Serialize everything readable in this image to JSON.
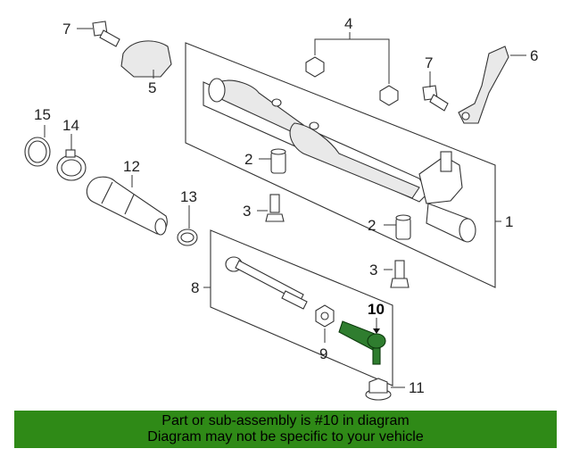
{
  "callouts": {
    "c1": "1",
    "c2a": "2",
    "c2b": "2",
    "c3a": "3",
    "c3b": "3",
    "c4": "4",
    "c5": "5",
    "c6": "6",
    "c7a": "7",
    "c7b": "7",
    "c8": "8",
    "c9": "9",
    "c10": "10",
    "c11": "11",
    "c12": "12",
    "c13": "13",
    "c14": "14",
    "c15": "15"
  },
  "highlight": {
    "part_number": "10",
    "color": "#2f7d2f"
  },
  "banner": {
    "line1": "Part or sub-assembly is #10 in diagram",
    "line2": "Diagram may not be specific to your vehicle",
    "color": "#2f8a17"
  }
}
